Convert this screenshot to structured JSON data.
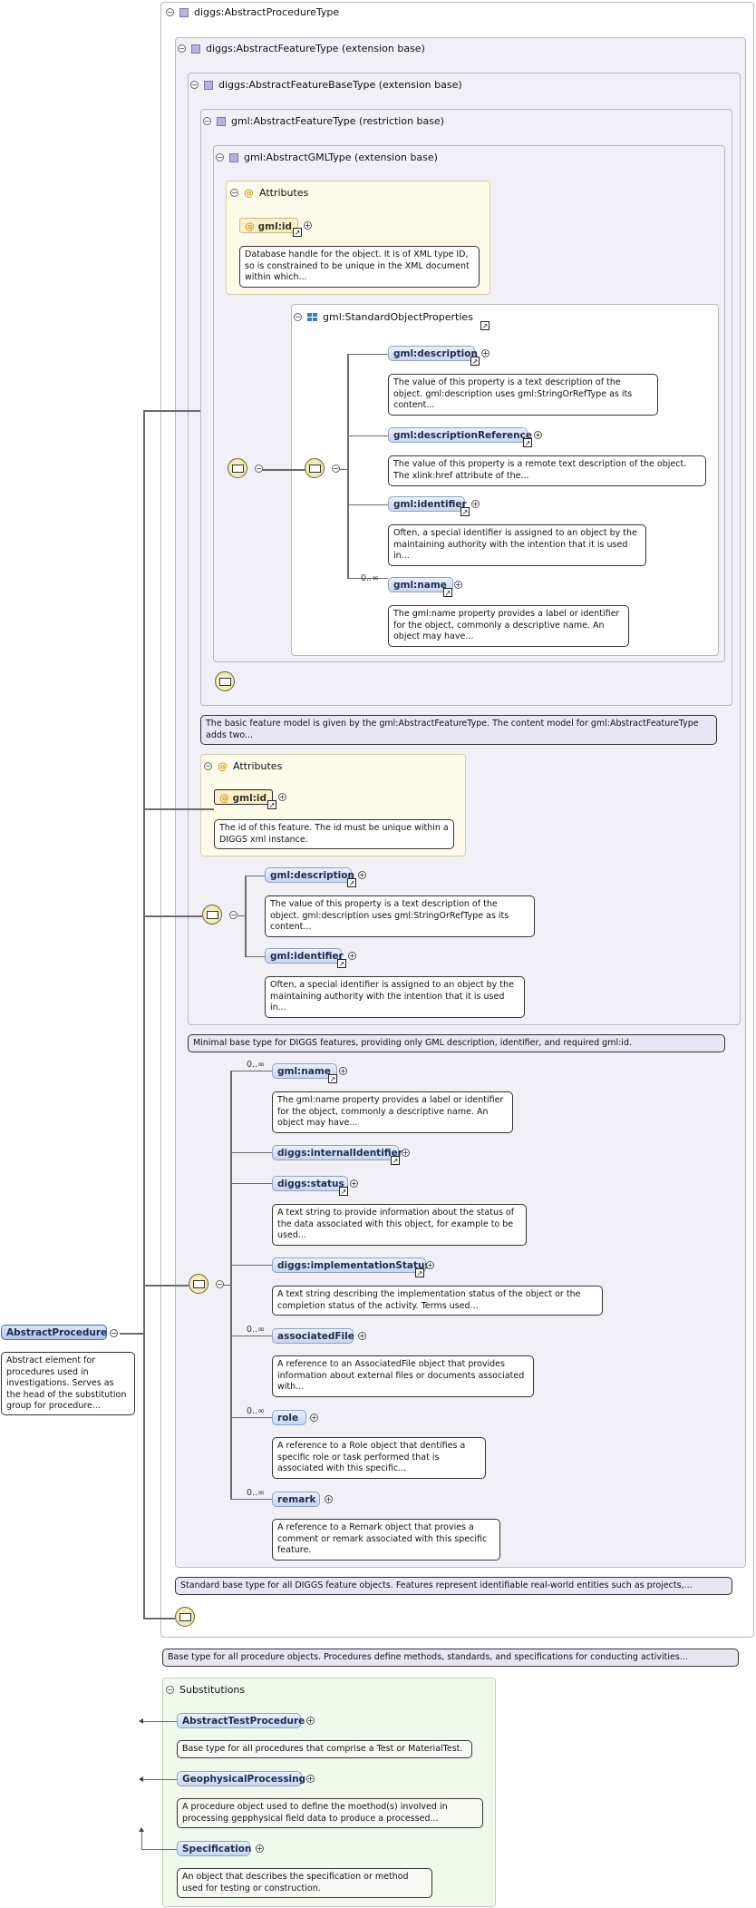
{
  "types": {
    "procedure_type": "diggs:AbstractProcedureType",
    "feature_type": "diggs:AbstractFeatureType (extension base)",
    "feature_base_type": "diggs:AbstractFeatureBaseType (extension base)",
    "gml_feature_type": "gml:AbstractFeatureType (restriction base)",
    "gml_type": "gml:AbstractGMLType (extension base)",
    "standard_props": "gml:StandardObjectProperties"
  },
  "attributes": {
    "label": "Attributes",
    "gml_id": "gml:id",
    "gml_id_doc": "Database handle for the object. It is of XML type ID, so is constrained to be unique in the XML document within which...",
    "feature_id_doc": "The id of this feature. The id must be unique within a DIGGS xml instance."
  },
  "std_props": [
    {
      "name": "gml:description",
      "doc": "The value of this property is a text description of the object. gml:description uses gml:StringOrRefType as its content..."
    },
    {
      "name": "gml:descriptionReference",
      "doc": "The value of this property is a remote text description of the object. The xlink:href attribute of the..."
    },
    {
      "name": "gml:identifier",
      "doc": "Often, a special identifier is assigned to an object by the maintaining authority with the intention that it is used in..."
    },
    {
      "name": "gml:name",
      "occ": "0..∞",
      "doc": "The gml:name property provides a label or identifier for the object, commonly a descriptive name. An object may have..."
    }
  ],
  "gml_feature_doc": "The basic feature model is given by the gml:AbstractFeatureType. The content model for gml:AbstractFeatureType adds two...",
  "base_props": [
    {
      "name": "gml:description",
      "doc": "The value of this property is a text description of the object. gml:description uses gml:StringOrRefType as its content..."
    },
    {
      "name": "gml:identifier",
      "doc": "Often, a special identifier is assigned to an object by the maintaining authority with the intention that it is used in..."
    }
  ],
  "feature_base_doc": "Minimal base type for DIGGS features, providing only GML description, identifier, and required gml:id.",
  "feature_props": [
    {
      "name": "gml:name",
      "occ": "0..∞",
      "doc": "The gml:name property provides a label or identifier for the object, commonly a descriptive name. An object may have..."
    },
    {
      "name": "diggs:internalIdentifier",
      "occ": "",
      "doc": ""
    },
    {
      "name": "diggs:status",
      "occ": "",
      "doc": "A text string to provide information about the status of the data associated with this object, for example to be used..."
    },
    {
      "name": "diggs:implementationStatus",
      "occ": "",
      "doc": "A text string describing the implementation status of the object or the completion status of the activity. Terms used..."
    },
    {
      "name": "associatedFile",
      "occ": "0..∞",
      "doc": "A reference to an AssociatedFile object that provides information about external files or documents associated with..."
    },
    {
      "name": "role",
      "occ": "0..∞",
      "doc": "A reference to a Role object that dentifies a specific role or task performed that is associated with this specific..."
    },
    {
      "name": "remark",
      "occ": "0..∞",
      "doc": "A reference to a Remark object that provies a comment or remark associated with this specific feature."
    }
  ],
  "feature_doc": "Standard base type for all DIGGS feature objects. Features represent identifiable real-world entities such as projects,...",
  "procedure_doc": "Base type for all procedure objects. Procedures define methods, standards, and specifications for conducting activities...",
  "root": {
    "name": "AbstractProcedure",
    "doc": "Abstract element for procedures used in investigations. Serves as the head of the substitution group for procedure..."
  },
  "substitutions": {
    "label": "Substitutions",
    "items": [
      {
        "name": "AbstractTestProcedure",
        "doc": "Base type for all procedures that comprise a Test or MaterialTest."
      },
      {
        "name": "GeophysicalProcessing",
        "doc": "A procedure object used to define the moethod(s) involved in processing gepphysical field data to produce a processed..."
      },
      {
        "name": "Specification",
        "doc": "An object that describes the specification or method used for testing or construction."
      }
    ]
  },
  "symbols": {
    "minus": "−",
    "plus": "+",
    "link": "↗"
  }
}
